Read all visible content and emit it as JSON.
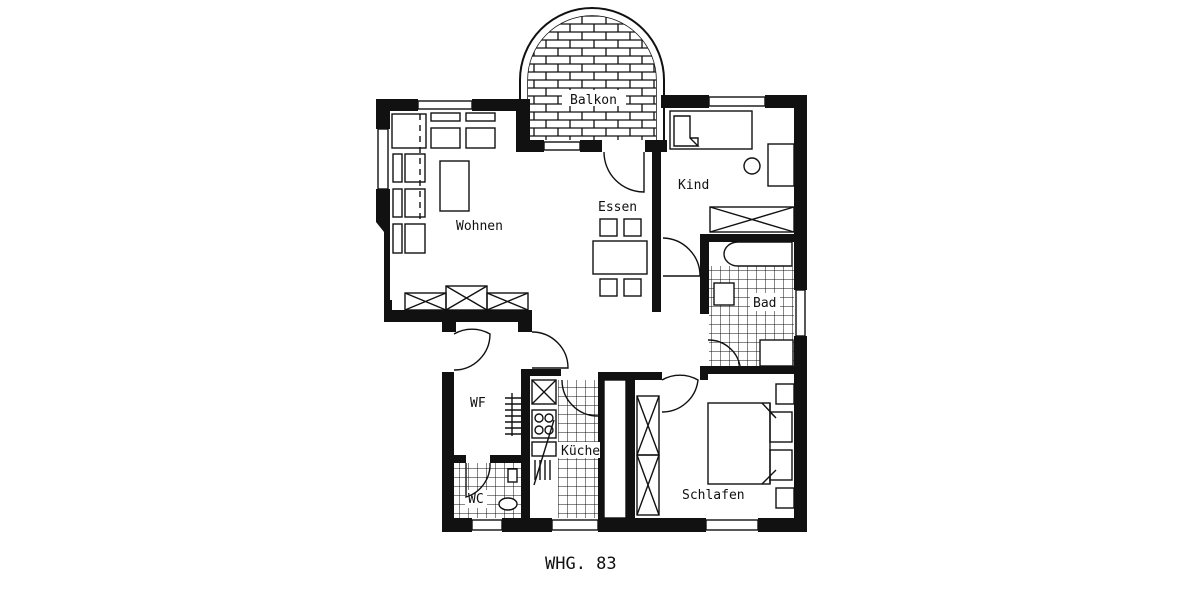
{
  "plan": {
    "title": "WHG. 83",
    "colors": {
      "ink": "#111111",
      "background": "#ffffff"
    },
    "rooms": [
      {
        "id": "balkon",
        "label": "Balkon"
      },
      {
        "id": "wohnen",
        "label": "Wohnen"
      },
      {
        "id": "essen",
        "label": "Essen"
      },
      {
        "id": "kind",
        "label": "Kind"
      },
      {
        "id": "bad",
        "label": "Bad"
      },
      {
        "id": "wf",
        "label": "WF"
      },
      {
        "id": "kueche",
        "label": "Küche"
      },
      {
        "id": "wc",
        "label": "WC"
      },
      {
        "id": "schlafen",
        "label": "Schlafen"
      }
    ]
  }
}
